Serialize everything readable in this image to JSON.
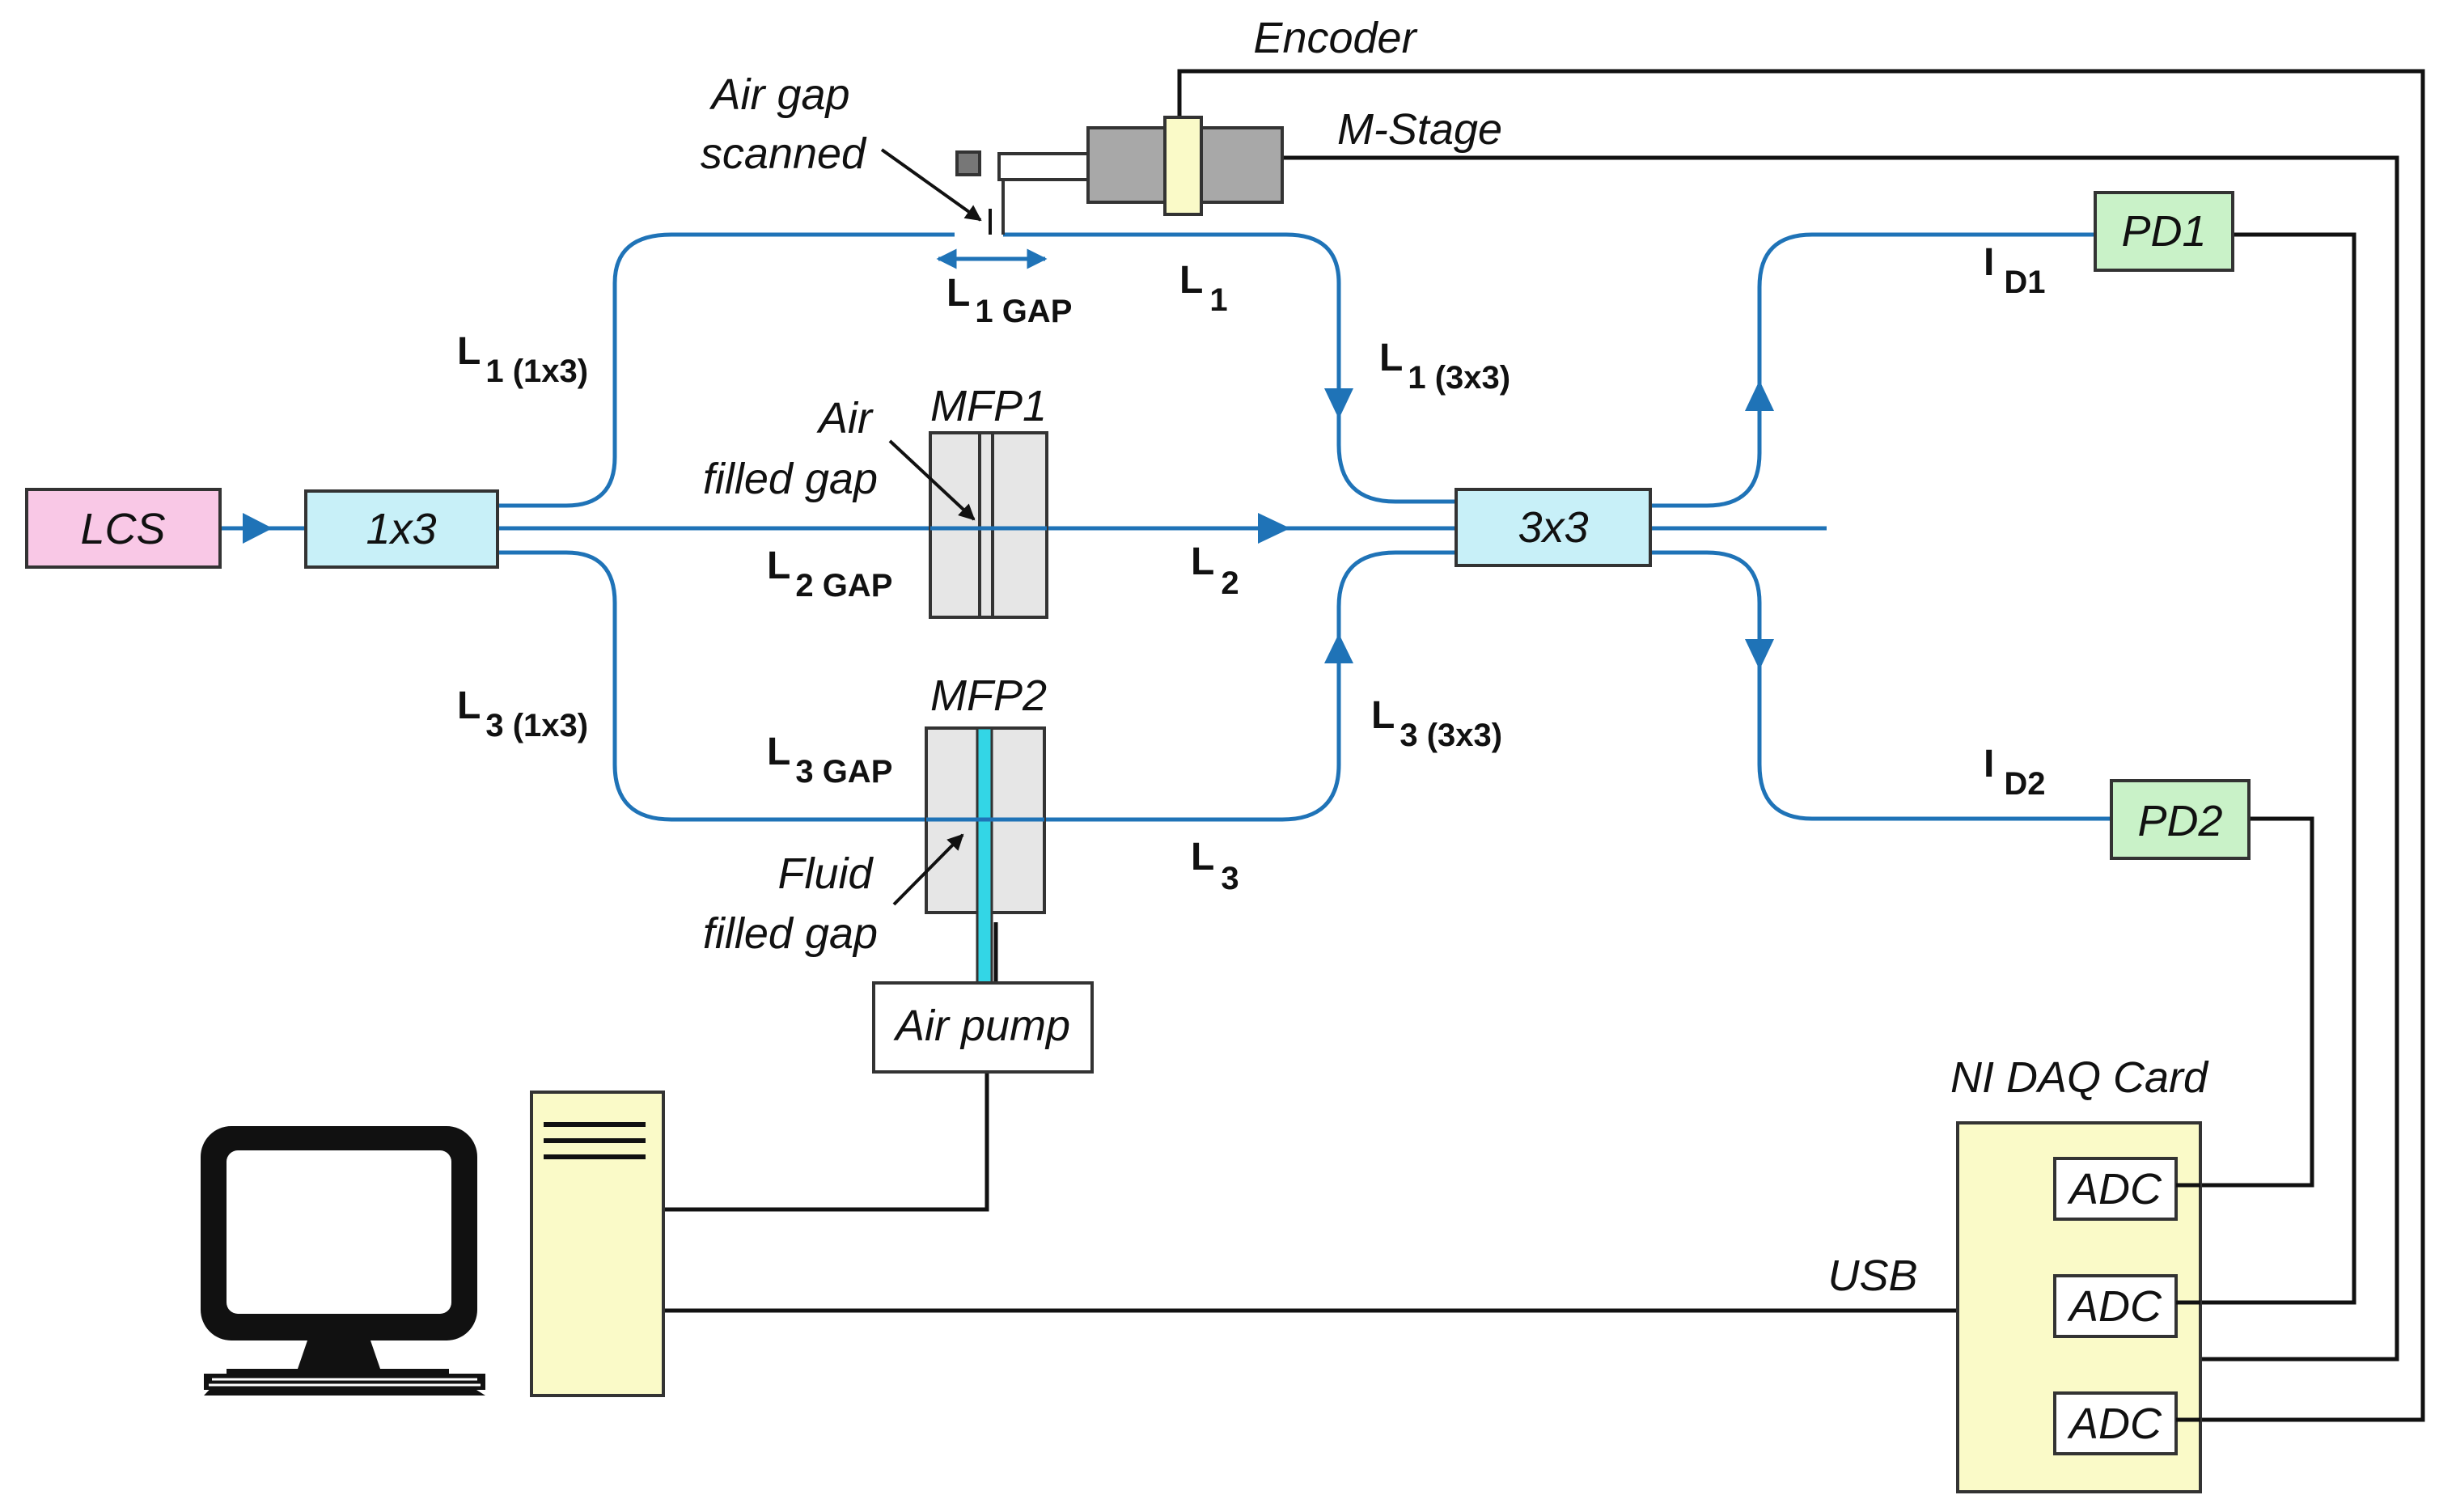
{
  "labels": {
    "lcs": "LCS",
    "coupler_1x3": "1x3",
    "coupler_3x3": "3x3",
    "pd1": "PD1",
    "pd2": "PD2",
    "mfp1": "MFP1",
    "mfp2": "MFP2",
    "encoder": "Encoder",
    "m_stage": "M-Stage",
    "air_gap_scanned_1": "Air gap",
    "air_gap_scanned_2": "scanned",
    "air_filled_1": "Air",
    "air_filled_2": "filled gap",
    "fluid_filled_1": "Fluid",
    "fluid_filled_2": "filled gap",
    "air_pump": "Air pump",
    "ni_daq": "NI DAQ Card",
    "adc": "ADC",
    "usb": "USB"
  },
  "path_labels": {
    "l1_main": "L",
    "l1_main_sub": "1",
    "l1_gap": "L",
    "l1_gap_sub": "1 GAP",
    "l1_1x3": "L",
    "l1_1x3_sub": "1 (1x3)",
    "l1_3x3": "L",
    "l1_3x3_sub": "1 (3x3)",
    "l2": "L",
    "l2_sub": "2",
    "l2_gap": "L",
    "l2_gap_sub": "2 GAP",
    "l3": "L",
    "l3_sub": "3",
    "l3_gap": "L",
    "l3_gap_sub": "3 GAP",
    "l3_1x3": "L",
    "l3_1x3_sub": "3 (1x3)",
    "l3_3x3": "L",
    "l3_3x3_sub": "3 (3x3)",
    "id1": "I",
    "id1_sub": "D1",
    "id2": "I",
    "id2_sub": "D2"
  },
  "colors": {
    "fiber": "#1f73b7",
    "lcs_fill": "#f9c8e6",
    "coupler_fill": "#c8f0f8",
    "pd_fill": "#c9f2c8",
    "daq_fill": "#fafac8",
    "mfp_fill": "#e6e6e6",
    "stage_fill": "#a8a8a8",
    "fluid": "#33d6e6"
  }
}
